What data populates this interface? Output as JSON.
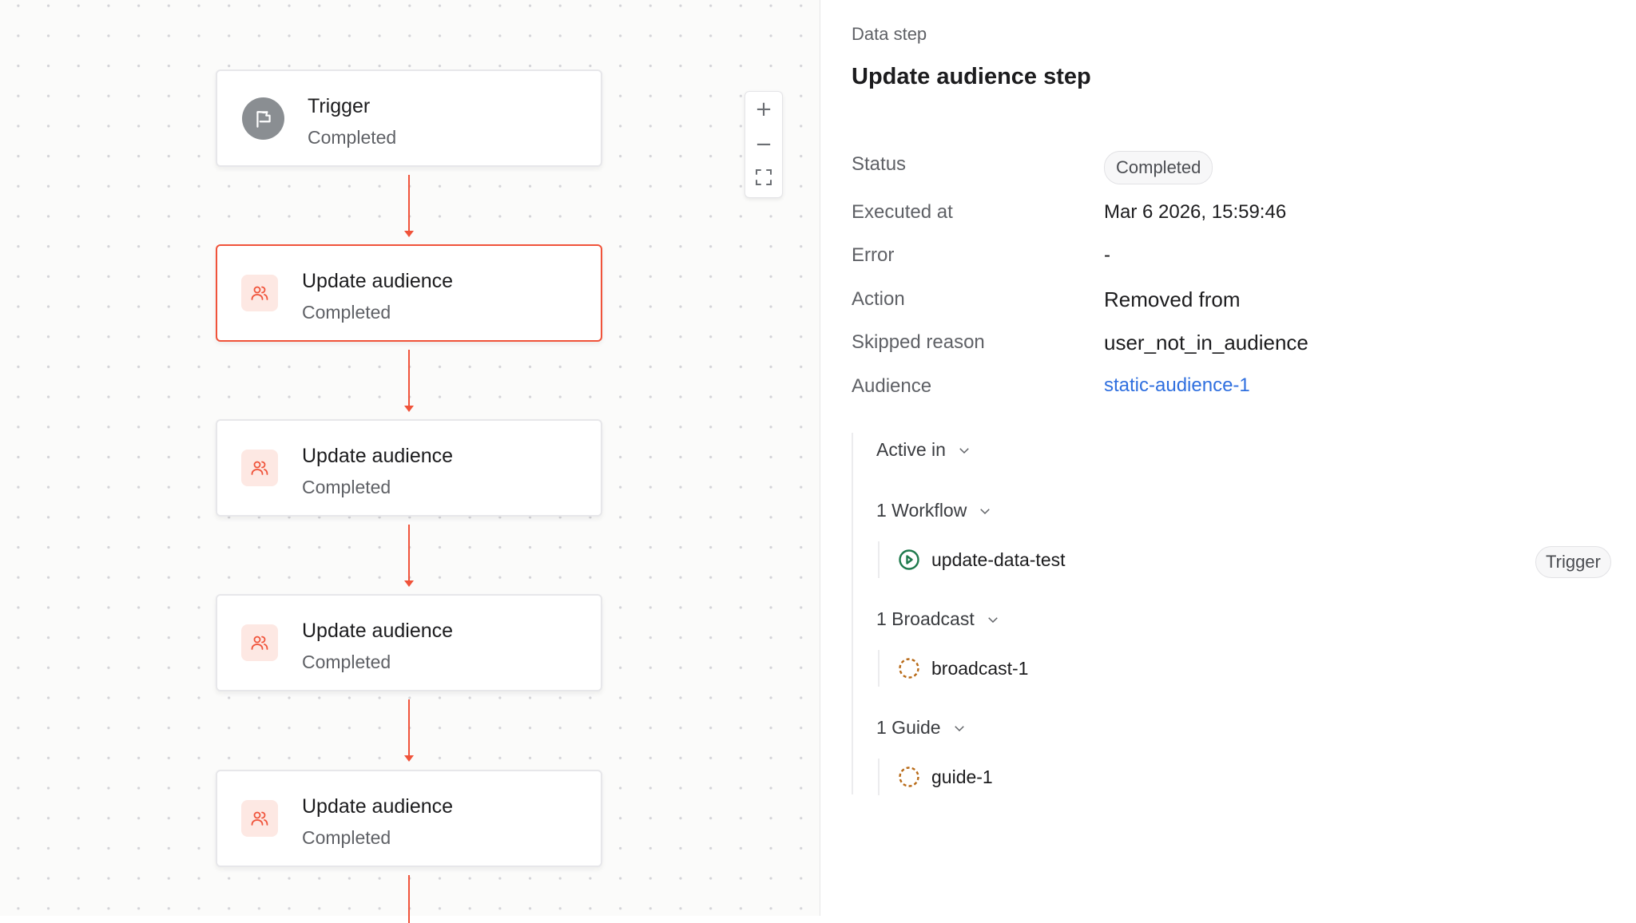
{
  "canvas": {
    "nodes": [
      {
        "title": "Trigger",
        "status": "Completed",
        "icon": "flag-icon"
      },
      {
        "title": "Update audience",
        "status": "Completed",
        "icon": "users-icon",
        "selected": true
      },
      {
        "title": "Update audience",
        "status": "Completed",
        "icon": "users-icon"
      },
      {
        "title": "Update audience",
        "status": "Completed",
        "icon": "users-icon"
      },
      {
        "title": "Update audience",
        "status": "Completed",
        "icon": "users-icon"
      }
    ],
    "zoom_controls": {
      "zoom_in": "+",
      "zoom_out": "−",
      "fit": "fit-view-icon"
    },
    "accent_color": "#f0533a"
  },
  "panel": {
    "eyebrow": "Data step",
    "title": "Update audience step",
    "fields": {
      "status_label": "Status",
      "status_value": "Completed",
      "executed_label": "Executed at",
      "executed_value": "Mar 6 2026, 15:59:46",
      "error_label": "Error",
      "error_value": "-",
      "action_label": "Action",
      "action_value": "Removed from",
      "skipped_label": "Skipped reason",
      "skipped_value": "user_not_in_audience",
      "audience_label": "Audience",
      "audience_value": "static-audience-1"
    },
    "active_in": {
      "label": "Active in",
      "workflows": {
        "label": "1 Workflow",
        "items": [
          {
            "name": "update-data-test",
            "badge": "Trigger",
            "icon": "play-circle-icon",
            "color": "#1f7a4d"
          }
        ]
      },
      "broadcasts": {
        "label": "1 Broadcast",
        "items": [
          {
            "name": "broadcast-1",
            "icon": "dashed-circle-icon",
            "color": "#b86a17"
          }
        ]
      },
      "guides": {
        "label": "1 Guide",
        "items": [
          {
            "name": "guide-1",
            "icon": "dashed-circle-icon",
            "color": "#b86a17"
          }
        ]
      }
    },
    "link_color": "#2f6fdf"
  }
}
